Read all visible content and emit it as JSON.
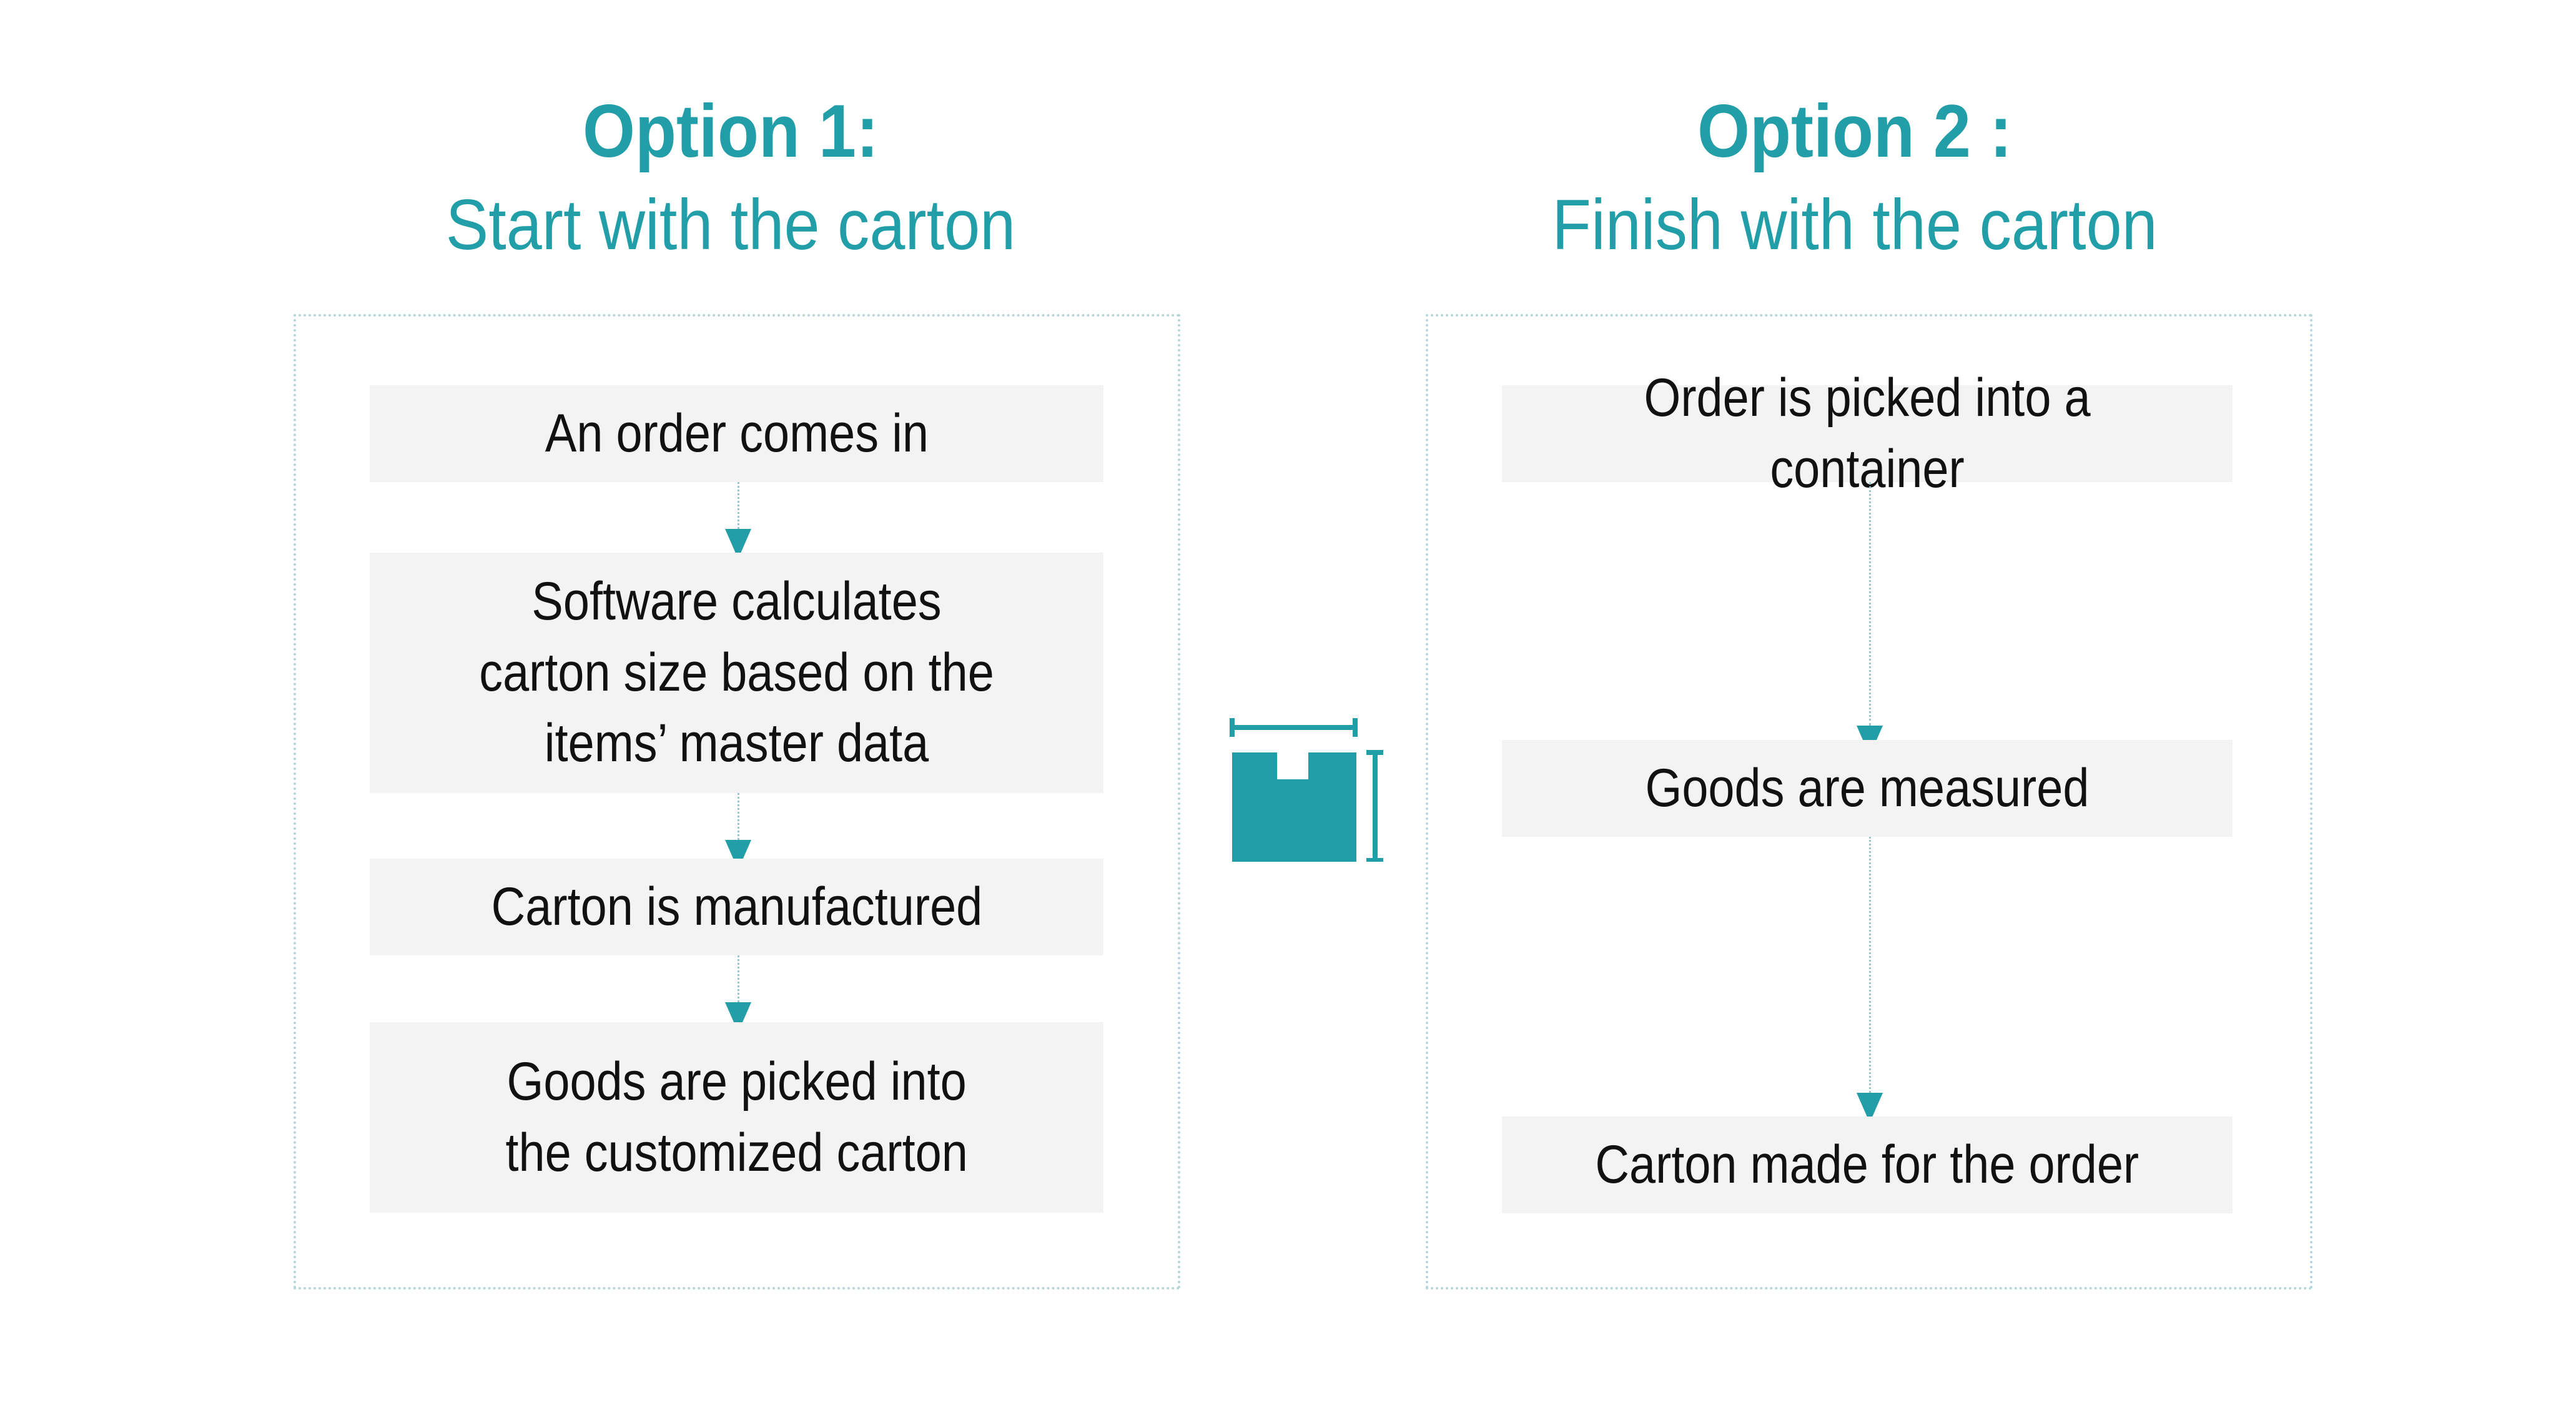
{
  "colors": {
    "accent": "#229ea8",
    "step_bg": "#f3f3f3",
    "panel_border": "#b4d7dc",
    "text": "#111111"
  },
  "option1": {
    "title": "Option 1:",
    "subtitle": "Start with the carton",
    "steps": [
      "An order comes in",
      "Software calculates\ncarton size based on the\nitems’ master data",
      "Carton is manufactured",
      "Goods are picked into\nthe customized carton"
    ]
  },
  "option2": {
    "title": "Option 2 :",
    "subtitle": "Finish with the carton",
    "steps": [
      "Order is picked into a container",
      "Goods are measured",
      "Carton made for the order"
    ]
  },
  "icons": {
    "center": "carton-measure-icon",
    "arrows": "arrow-down-icon"
  }
}
